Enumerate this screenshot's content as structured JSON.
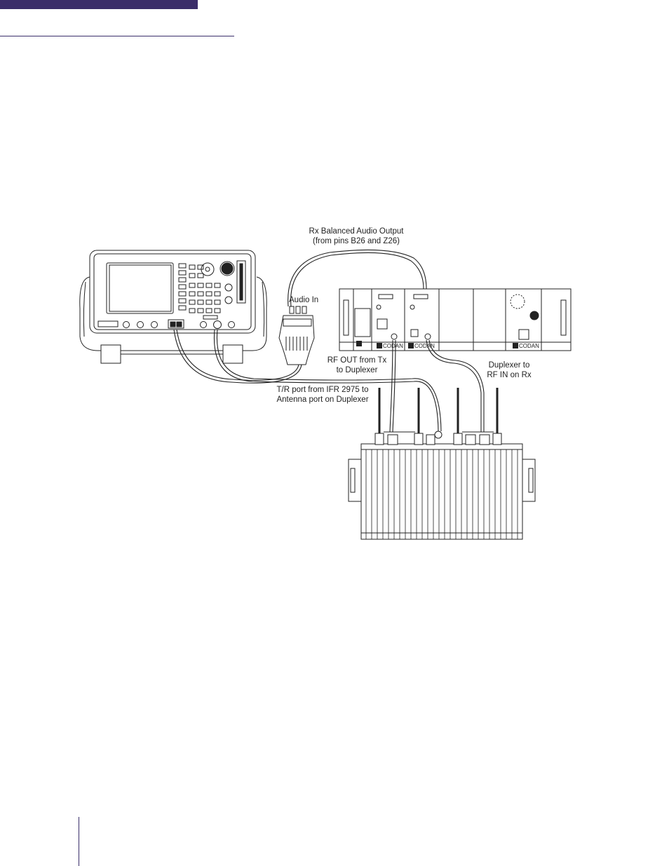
{
  "theme": {
    "accent": "#3b2d69"
  },
  "labels": {
    "rx_audio_line1": "Rx Balanced Audio Output",
    "rx_audio_line2": "(from pins B26 and Z26)",
    "audio_in": "Audio In",
    "rf_out_line1": "RF OUT from Tx",
    "rf_out_line2": "to Duplexer",
    "duplexer_rx_line1": "Duplexer to",
    "duplexer_rx_line2": "RF IN on Rx",
    "tr_port_line1": "T/R port from IFR 2975 to",
    "tr_port_line2": "Antenna port on Duplexer"
  },
  "rack": {
    "brand_label": "CODAN"
  }
}
